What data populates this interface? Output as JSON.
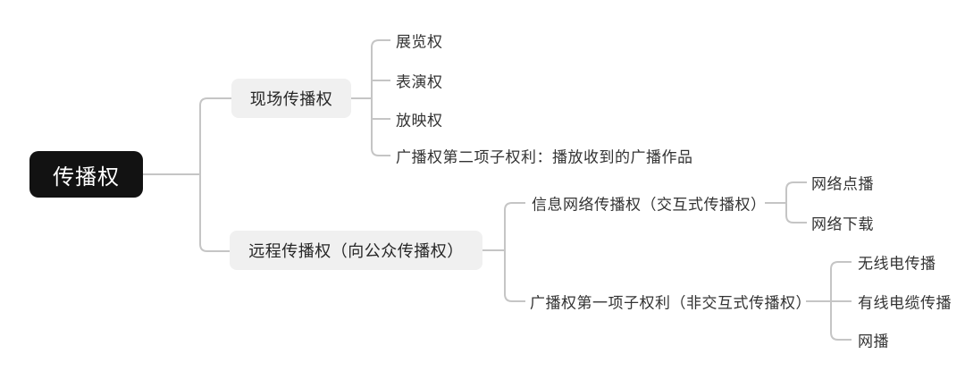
{
  "diagram_type": "mindmap",
  "colors": {
    "canvas_bg": "#ffffff",
    "root_bg": "#121212",
    "root_text": "#ffffff",
    "branch_bg": "#f0f0f0",
    "branch_text": "#262626",
    "leaf_text": "#333333",
    "connector": "#c5c5c5"
  },
  "tree": {
    "root": {
      "label": "传播权",
      "children": [
        {
          "label": "现场传播权",
          "children": [
            {
              "label": "展览权"
            },
            {
              "label": "表演权"
            },
            {
              "label": "放映权"
            },
            {
              "label": "广播权第二项子权利：播放收到的广播作品"
            }
          ]
        },
        {
          "label": "远程传播权（向公众传播权）",
          "children": [
            {
              "label": "信息网络传播权（交互式传播权）",
              "children": [
                {
                  "label": "网络点播"
                },
                {
                  "label": "网络下载"
                }
              ]
            },
            {
              "label": "广播权第一项子权利（非交互式传播权）",
              "children": [
                {
                  "label": "无线电传播"
                },
                {
                  "label": "有线电缆传播"
                },
                {
                  "label": "网播"
                }
              ]
            }
          ]
        }
      ]
    }
  }
}
